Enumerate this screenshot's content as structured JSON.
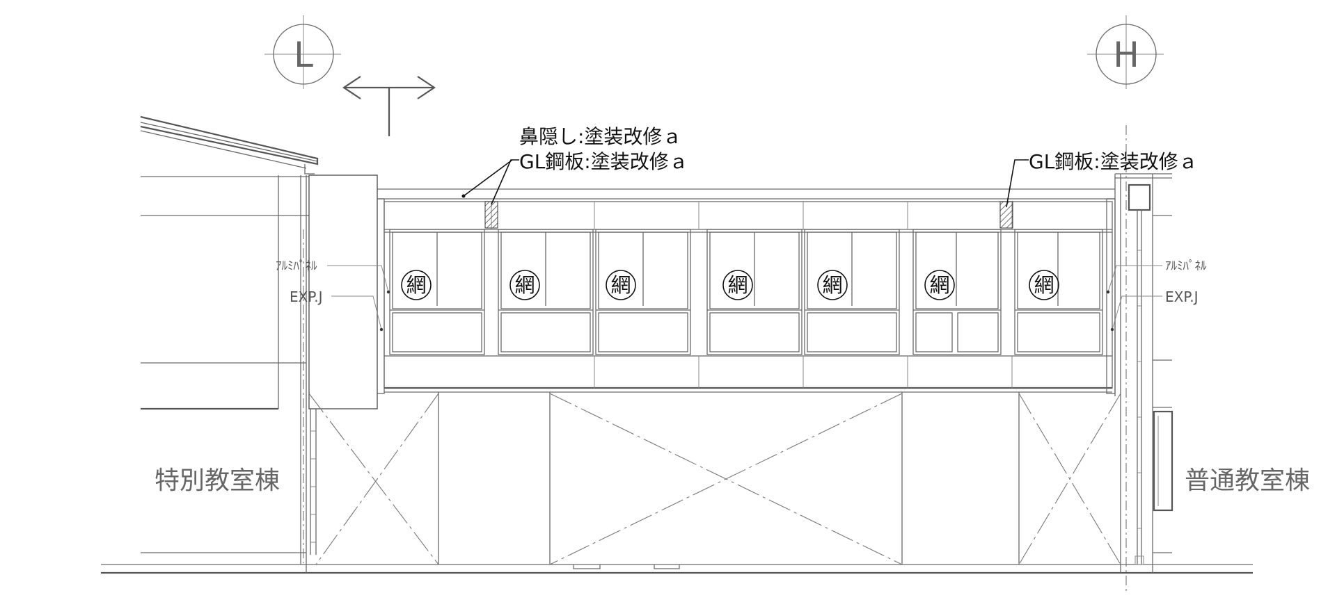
{
  "grid_marks": {
    "left": "L",
    "right": "H"
  },
  "notes": {
    "nose_cover": "鼻隠し:塗装改修ａ",
    "gl_plate_left": "GL鋼板:塗装改修ａ",
    "gl_plate_right": "GL鋼板:塗装改修ａ",
    "alu_panel_left": "ｱﾙﾐﾊﾟﾈﾙ",
    "alu_panel_right": "ｱﾙﾐﾊﾟﾈﾙ",
    "exp_joint_left": "EXP.J",
    "exp_joint_right": "EXP.J"
  },
  "buildings": {
    "left": "特別教室棟",
    "right": "普通教室棟"
  },
  "wire_glass_mark": "網",
  "window_count": 7,
  "colors": {
    "line": "#6a6a6a",
    "leader": "#111111",
    "text": "#666666"
  },
  "icons": {
    "direction": "direction-arrow-icon",
    "grid": "grid-circle-icon",
    "hatch": "hatch-pattern-icon"
  }
}
